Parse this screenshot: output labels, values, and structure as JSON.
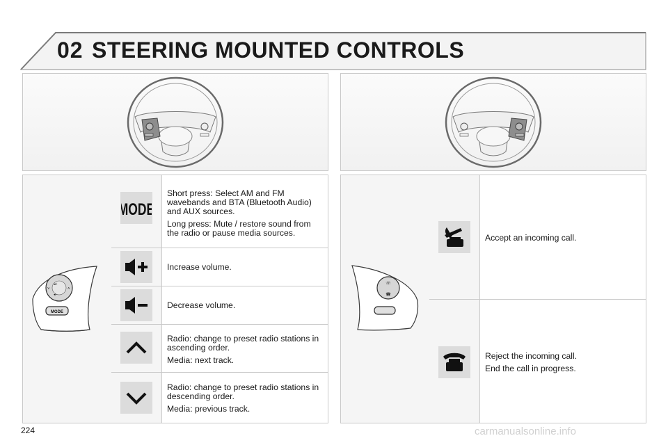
{
  "header": {
    "chapter_number": "02",
    "chapter_title": "STEERING MOUNTED CONTROLS"
  },
  "left_table": {
    "diagram_button_label": "MODE",
    "rows": [
      {
        "icon": "mode-icon",
        "icon_text": "MODE",
        "lines": [
          "Short press: Select AM and FM wavebands and BTA (Bluetooth Audio) and AUX sources.",
          "Long press: Mute / restore sound from the radio or pause media sources."
        ]
      },
      {
        "icon": "volume-up-icon",
        "lines": [
          "Increase volume."
        ]
      },
      {
        "icon": "volume-down-icon",
        "lines": [
          "Decrease volume."
        ]
      },
      {
        "icon": "chevron-up-icon",
        "lines": [
          "Radio: change to preset radio stations in ascending order.",
          "Media: next track."
        ]
      },
      {
        "icon": "chevron-down-icon",
        "lines": [
          "Radio: change to preset radio stations in descending order.",
          "Media: previous track."
        ]
      }
    ]
  },
  "right_table": {
    "rows": [
      {
        "icon": "phone-pickup-icon",
        "lines": [
          "Accept an incoming call."
        ]
      },
      {
        "icon": "phone-hangup-icon",
        "lines": [
          "Reject the incoming call.",
          "End the call in progress."
        ]
      }
    ]
  },
  "footer": {
    "page_number": "224",
    "watermark": "carmanualsonline.info"
  },
  "colors": {
    "border": "#c9c9c9",
    "icon_bg": "#dcdcdc",
    "panel_bg": "#f5f5f5",
    "text": "#1a1a1a"
  }
}
